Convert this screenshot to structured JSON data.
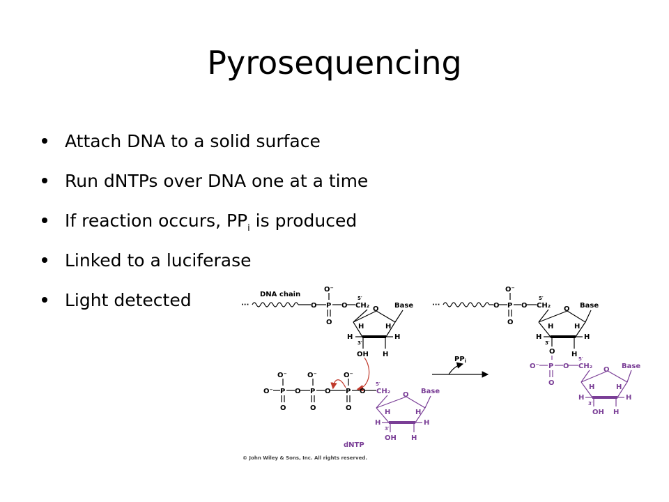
{
  "slide": {
    "title": "Pyrosequencing",
    "bullets": [
      {
        "text": "Attach DNA to a solid surface"
      },
      {
        "text": "Run dNTPs over DNA one at a time"
      },
      {
        "text": "If reaction occurs, PP",
        "sub": "i",
        "suffix": " is produced"
      },
      {
        "text": "Linked to a luciferase"
      },
      {
        "text": "Light detected"
      }
    ]
  },
  "figure": {
    "labels": {
      "dna_chain": "DNA chain",
      "ellipsis": "···",
      "base": "Base",
      "o_minus": "O⁻",
      "o": "O",
      "p": "P",
      "h": "H",
      "oh": "OH",
      "ch2": "CH₂",
      "five_prime": "5′",
      "three_prime": "3′",
      "ppi": "PP",
      "ppi_sub": "i",
      "dntp": "dNTP",
      "copyright": "© John Wiley & Sons, Inc. All rights reserved."
    },
    "colors": {
      "ink": "#000000",
      "purple": "#7a3e96",
      "arrow_red": "#c0392b"
    }
  }
}
